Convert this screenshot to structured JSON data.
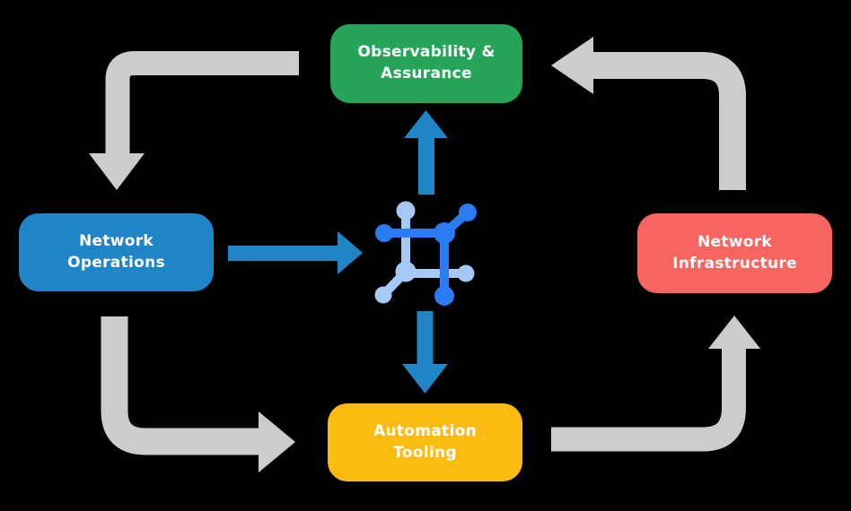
{
  "canvas": {
    "background": "#000000"
  },
  "colors": {
    "observability": "#26a55a",
    "operations": "#2085c6",
    "infrastructure": "#f6655f",
    "automation": "#fcbb10",
    "label_text": "#ffffff",
    "cycle_arrow": "#cccccc",
    "flow_arrow": "#2085c6",
    "icon_primary": "#2b7cf2",
    "icon_light": "#a6c8f4"
  },
  "nodes": {
    "observability": {
      "label": "Observability &\nAssurance"
    },
    "operations": {
      "label": "Network\nOperations"
    },
    "infrastructure": {
      "label": "Network\nInfrastructure"
    },
    "automation": {
      "label": "Automation\nTooling"
    }
  },
  "icon": {
    "name": "network-platform-icon"
  }
}
